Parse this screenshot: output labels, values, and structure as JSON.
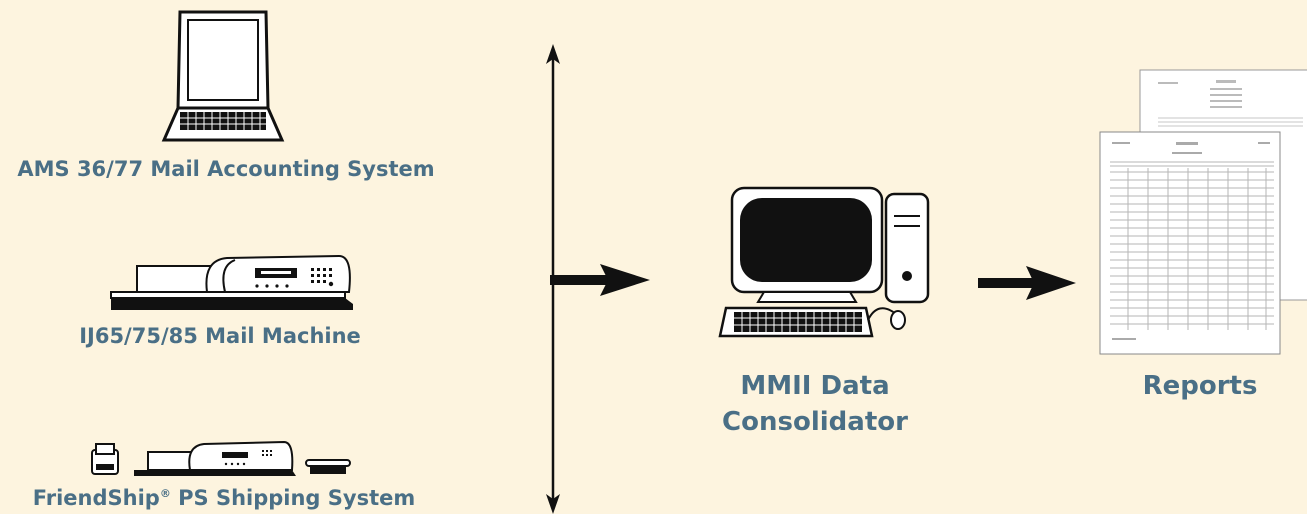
{
  "sources": [
    {
      "label": "AMS 36/77 Mail Accounting System",
      "icon": "laptop-icon"
    },
    {
      "label": "IJ65/75/85 Mail Machine",
      "icon": "mail-machine-icon"
    },
    {
      "label_main": "FriendShip",
      "label_mark": "®",
      "label_rest": " PS Shipping System",
      "icon": "shipping-system-icon"
    }
  ],
  "consolidator": {
    "line1": "MMII Data",
    "line2": "Consolidator",
    "icon": "desktop-computer-icon"
  },
  "reports": {
    "label": "Reports",
    "icon": "report-pages-icon"
  },
  "colors": {
    "background": "#fdf4df",
    "label": "#4a6f86",
    "ink": "#111111"
  }
}
